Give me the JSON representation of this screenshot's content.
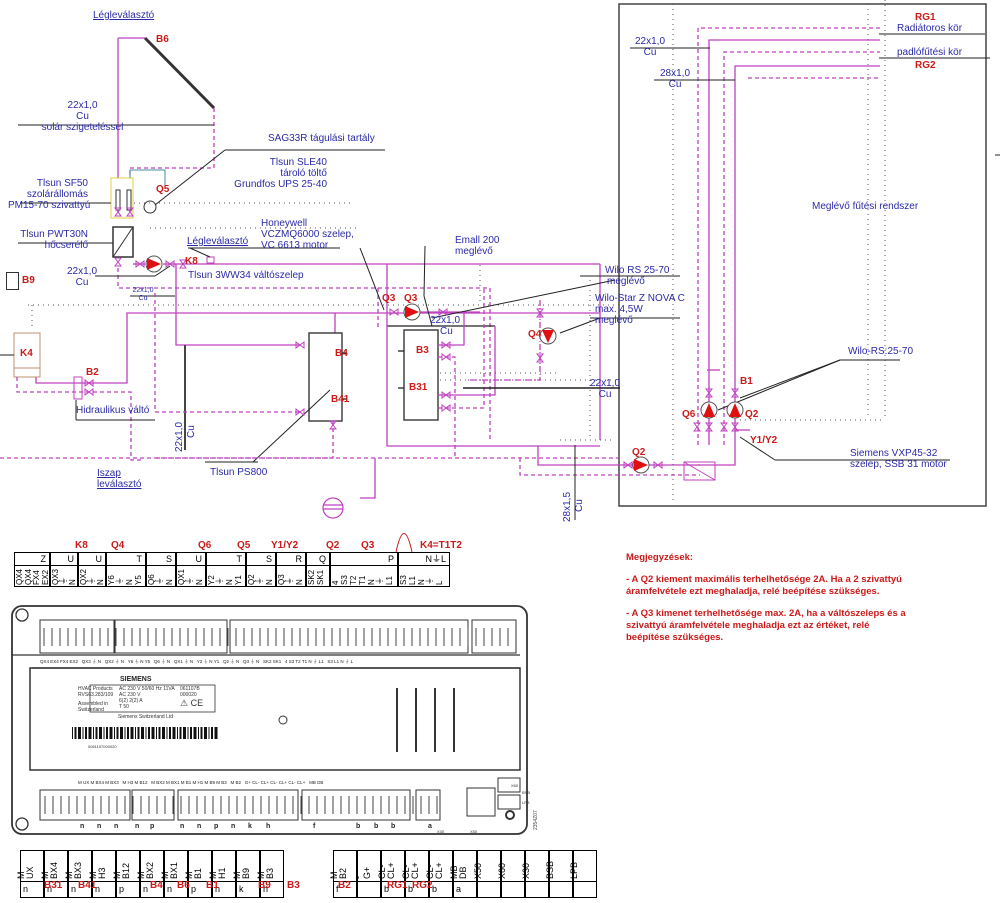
{
  "diagram": {
    "labels": {
      "legleválasztó_top": "Légleválasztó",
      "b6": "B6",
      "pipe_solar": [
        "22x1,0",
        "Cu",
        "solár szigeteléssel"
      ],
      "sag33r": "SAG33R tágulási tartály",
      "tlsun_sle40": [
        "Tlsun SLE40",
        "tároló töltő",
        "Grundfos UPS 25-40"
      ],
      "tlsun_sf50": [
        "Tlsun SF50",
        "szolárállomás",
        "PM15-70 szivattyú"
      ],
      "q5": "Q5",
      "tlsun_pwt30n": [
        "Tlsun PWT30N",
        "hőcserélő"
      ],
      "honeywell": [
        "Honeywell",
        "VCZMQ6000 szelep,",
        "VC 6613 motor"
      ],
      "legleválasztó_mid": "Légleválasztó",
      "k8": "K8",
      "tlsun_3ww34": "Tlsun 3WW34 váltószelep",
      "pipe_22_left": [
        "22x1,0",
        "Cu"
      ],
      "pipe_22_small": [
        "22x1,0",
        "Cu"
      ],
      "b9": "B9",
      "k4": "K4",
      "b2": "B2",
      "hidraulikus": "Hidraulikus váltó",
      "pipe_22_vert": [
        "22x1,0",
        "Cu"
      ],
      "iszap": [
        "Iszap",
        "leválasztó"
      ],
      "tlsun_ps800": "Tlsun PS800",
      "b4": "B4",
      "b41": "B41",
      "emall": [
        "Emall 200",
        "meglévő"
      ],
      "q3a": "Q3",
      "q3b": "Q3",
      "pipe_22_emall": [
        "22x1,0",
        "Cu"
      ],
      "b3": "B3",
      "b31": "B31",
      "wilo_rs_2570": [
        "Wilo RS 25-70",
        "meglévő"
      ],
      "wilo_star": [
        "Wilo-Star Z NOVA C",
        "max. 4,5W",
        "meglévő"
      ],
      "q4": "Q4",
      "pipe_22_mid": [
        "22x1,0",
        "Cu"
      ],
      "pipe_28_15": [
        "28x1,5",
        "Cu"
      ],
      "rg1": "RG1",
      "radiator": "Radiátoros kör",
      "padlo": "padlófűtési kör",
      "rg2": "RG2",
      "pipe_22_rg": [
        "22x1,0",
        "Cu"
      ],
      "pipe_28_rg": [
        "28x1,0",
        "Cu"
      ],
      "meglevo_futesi": "Meglévő fűtési rendszer",
      "wilo_rs_right": "Wilo-RS:25-70",
      "b1": "B1",
      "q6": "Q6",
      "q2_right": "Q2",
      "y1y2": "Y1/Y2",
      "q2_bottom": "Q2",
      "siemens_vxp": [
        "Siemens VXP45-32",
        "szelep, SSB 31 motor"
      ]
    }
  },
  "top_terminals": {
    "assign_labels": [
      {
        "text": "K8"
      },
      {
        "text": "Q4"
      },
      {
        "text": "Q6"
      },
      {
        "text": "Q5"
      },
      {
        "text": "Y1/Y2"
      },
      {
        "text": "Q2"
      },
      {
        "text": "Q3"
      },
      {
        "text": "K4=T1T2"
      }
    ],
    "blocks": [
      {
        "head": "Z",
        "pins": [
          "QX4",
          "QX4",
          "FX4",
          "EX2"
        ]
      },
      {
        "head": "U",
        "pins": [
          "QX3",
          "⏚",
          "N"
        ]
      },
      {
        "head": "U",
        "pins": [
          "QX2",
          "⏚",
          "N"
        ]
      },
      {
        "head": "T",
        "pins": [
          "Y6",
          "⏚",
          "N",
          "Y5"
        ]
      },
      {
        "head": "S",
        "pins": [
          "Q6",
          "⏚",
          "N"
        ]
      },
      {
        "head": "U",
        "pins": [
          "QX1",
          "⏚",
          "N"
        ]
      },
      {
        "head": "T",
        "pins": [
          "Y2",
          "⏚",
          "N",
          "Y1"
        ]
      },
      {
        "head": "S",
        "pins": [
          "Q2",
          "⏚",
          "N"
        ]
      },
      {
        "head": "R",
        "pins": [
          "Q3",
          "⏚",
          "N"
        ]
      },
      {
        "head": "Q",
        "pins": [
          "SK2",
          "SK1"
        ]
      },
      {
        "head": "P",
        "pins": [
          "4",
          "S3",
          "T2",
          "T1",
          "N",
          "⏚",
          "L1"
        ]
      },
      {
        "head": "N⏚L",
        "pins": [
          "S3",
          "L1",
          "N",
          "⏚",
          "L"
        ]
      }
    ]
  },
  "controller": {
    "brand": "SIEMENS",
    "product": [
      "HVAC Products",
      "RVS63.283/109"
    ],
    "assembled": [
      "Assembled in",
      "Switzerland"
    ],
    "rating": [
      "AC 230 V   50/60 Hz  11VA",
      "AC 230 V",
      "6(2) 2(2) A",
      "T 50"
    ],
    "codes": [
      "061107B",
      "000020"
    ],
    "company": "Siemens Switzerland Ltd",
    "barcode_text": "0061107000020",
    "part_no": "RVS63.283/109",
    "top_pin_row": "QX4 EX4 FX4 EX2   QX3 ⏚ N   QX2 ⏚ N   Y6 ⏚ N Y5   Q6 ⏚ N   QX1 ⏚ N   Y2 ⏚ N Y1   Q2 ⏚ N   Q3 ⏚ N   SK2 SK1   4 S3 T2 T1 N ⏚ L1   S3 L1 N ⏚ L",
    "bottom_pin_row": "M UX M BX4 M BX3   M H3 M B12   M BX2 M BX1 M B1 M H1 M B9 M B3   M B2   G+ CL- CL+ CL- CL+ CL- CL+   MB DB",
    "bottom_letters": [
      "n",
      "n",
      "n",
      "n",
      "p",
      "n",
      "n",
      "p",
      "n",
      "k",
      "h",
      "f",
      "b",
      "b",
      "b",
      "a"
    ],
    "port_labels": [
      "X60",
      "BSB",
      "LPB",
      "X50",
      "X30"
    ],
    "drawing_no": "2354Z07"
  },
  "bottom_terminals": {
    "blocks": [
      {
        "top": [
          "M",
          "UX"
        ],
        "bot": "n"
      },
      {
        "top": [
          "M",
          "BX4"
        ],
        "bot": "n"
      },
      {
        "top": [
          "M",
          "BX3"
        ],
        "bot": "n"
      },
      {
        "top": [
          "M",
          "H3"
        ],
        "bot": "n"
      },
      {
        "top": [
          "M",
          "B12"
        ],
        "bot": "p"
      },
      {
        "top": [
          "M",
          "BX2"
        ],
        "bot": "n"
      },
      {
        "top": [
          "M",
          "BX1"
        ],
        "bot": "n"
      },
      {
        "top": [
          "M",
          "B1"
        ],
        "bot": "p"
      },
      {
        "top": [
          "M",
          "H1"
        ],
        "bot": "n"
      },
      {
        "top": [
          "M",
          "B9"
        ],
        "bot": "k"
      },
      {
        "top": [
          "M",
          "B3"
        ],
        "bot": "h"
      }
    ],
    "blocks2": [
      {
        "top": [
          "M",
          "B2"
        ],
        "bot": "f"
      },
      {
        "top": [
          "-",
          "G+"
        ],
        "bot": ""
      },
      {
        "top": [
          "CL-",
          "CL+"
        ],
        "bot": "b"
      },
      {
        "top": [
          "CL-",
          "CL+"
        ],
        "bot": "b"
      },
      {
        "top": [
          "CL-",
          "CL+"
        ],
        "bot": "b"
      },
      {
        "top": [
          "MB",
          "DB"
        ],
        "bot": "a"
      },
      {
        "top": [
          "X50"
        ],
        "bot": ""
      },
      {
        "top": [
          "X60"
        ],
        "bot": ""
      },
      {
        "top": [
          "X30"
        ],
        "bot": ""
      },
      {
        "top": [
          "BSB"
        ],
        "bot": ""
      },
      {
        "top": [
          "LPB"
        ],
        "bot": ""
      }
    ],
    "assign_labels": [
      "B31",
      "B41",
      "B4",
      "B6",
      "B1",
      "B9",
      "B3",
      "B2",
      "RG1",
      "RG2"
    ]
  },
  "notes": {
    "title": "Megjegyzések:",
    "items": [
      "- A Q2 kiement maximális terhelhetősége 2A. Ha a 2 szivattyú áramfelvétele ezt meghaladja, relé beépítése szükséges.",
      "- A Q3 kimenet terhelhetősége max. 2A, ha a váltószeleps és a szivattyú áramfelvétele meghaladja ezt az értéket, relé beépítése szükséges."
    ]
  },
  "colors": {
    "pipe": "#c040c0",
    "label_blue": "#2a2aa8",
    "label_red": "#cc1a1a",
    "pump_red": "#e01010"
  }
}
